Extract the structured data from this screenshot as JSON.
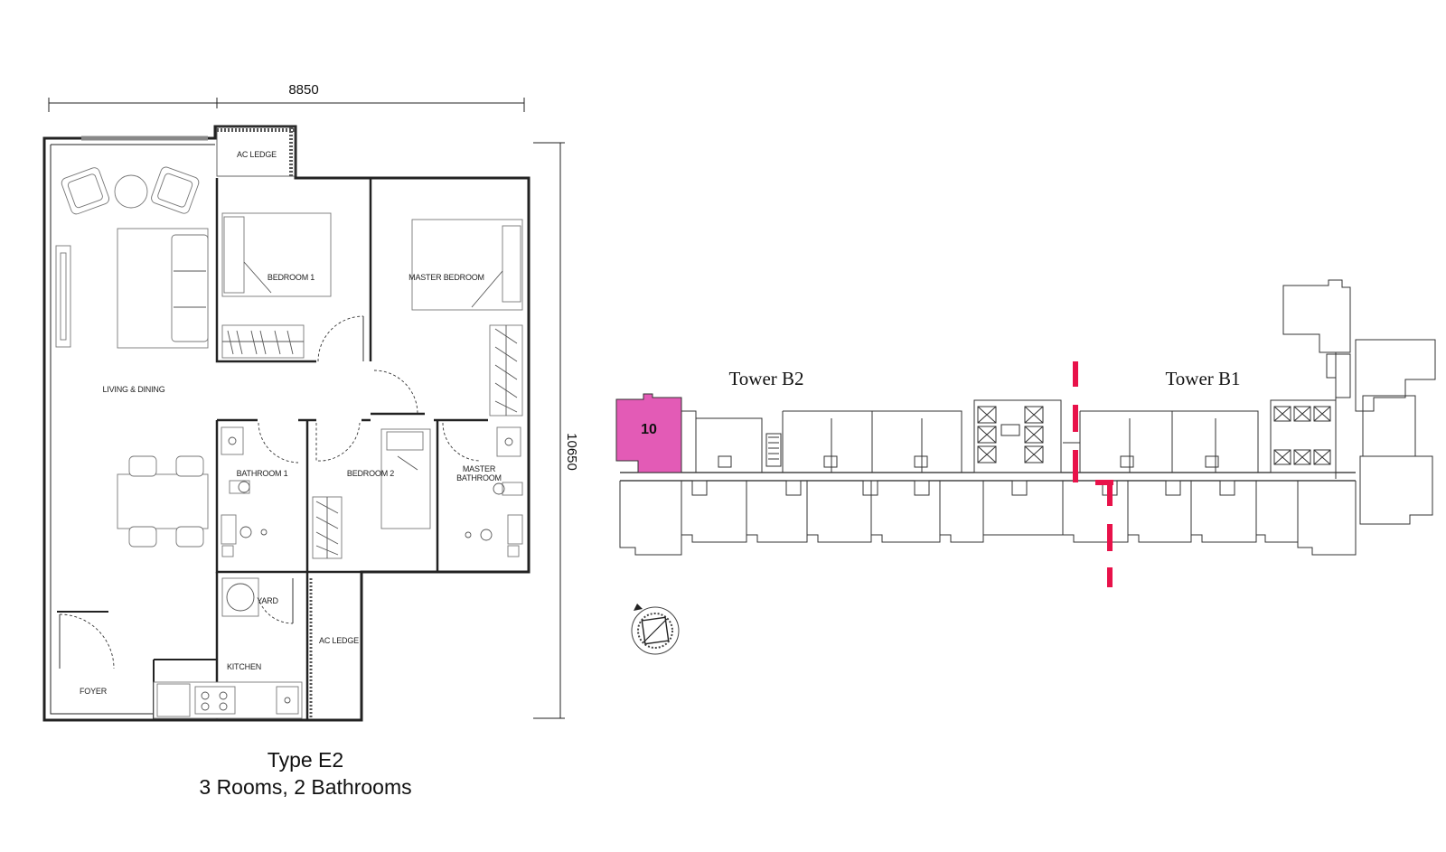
{
  "plan": {
    "width_dim": "8850",
    "height_dim": "10650",
    "rooms": {
      "ac_ledge_top": "AC LEDGE",
      "bedroom1": "BEDROOM 1",
      "master_bedroom": "MASTER BEDROOM",
      "living_dining": "LIVING & DINING",
      "bathroom1": "BATHROOM 1",
      "bedroom2": "BEDROOM 2",
      "master_bathroom_l1": "MASTER",
      "master_bathroom_l2": "BATHROOM",
      "yard": "YARD",
      "ac_ledge_side": "AC LEDGE",
      "kitchen": "KITCHEN",
      "foyer": "FOYER"
    },
    "caption_line1": "Type E2",
    "caption_line2": "3 Rooms, 2 Bathrooms"
  },
  "keyplan": {
    "tower_left": "Tower B2",
    "tower_right": "Tower B1",
    "highlight_unit": "10",
    "highlight_color": "#e35bb6",
    "divider_color": "#e8124a"
  }
}
